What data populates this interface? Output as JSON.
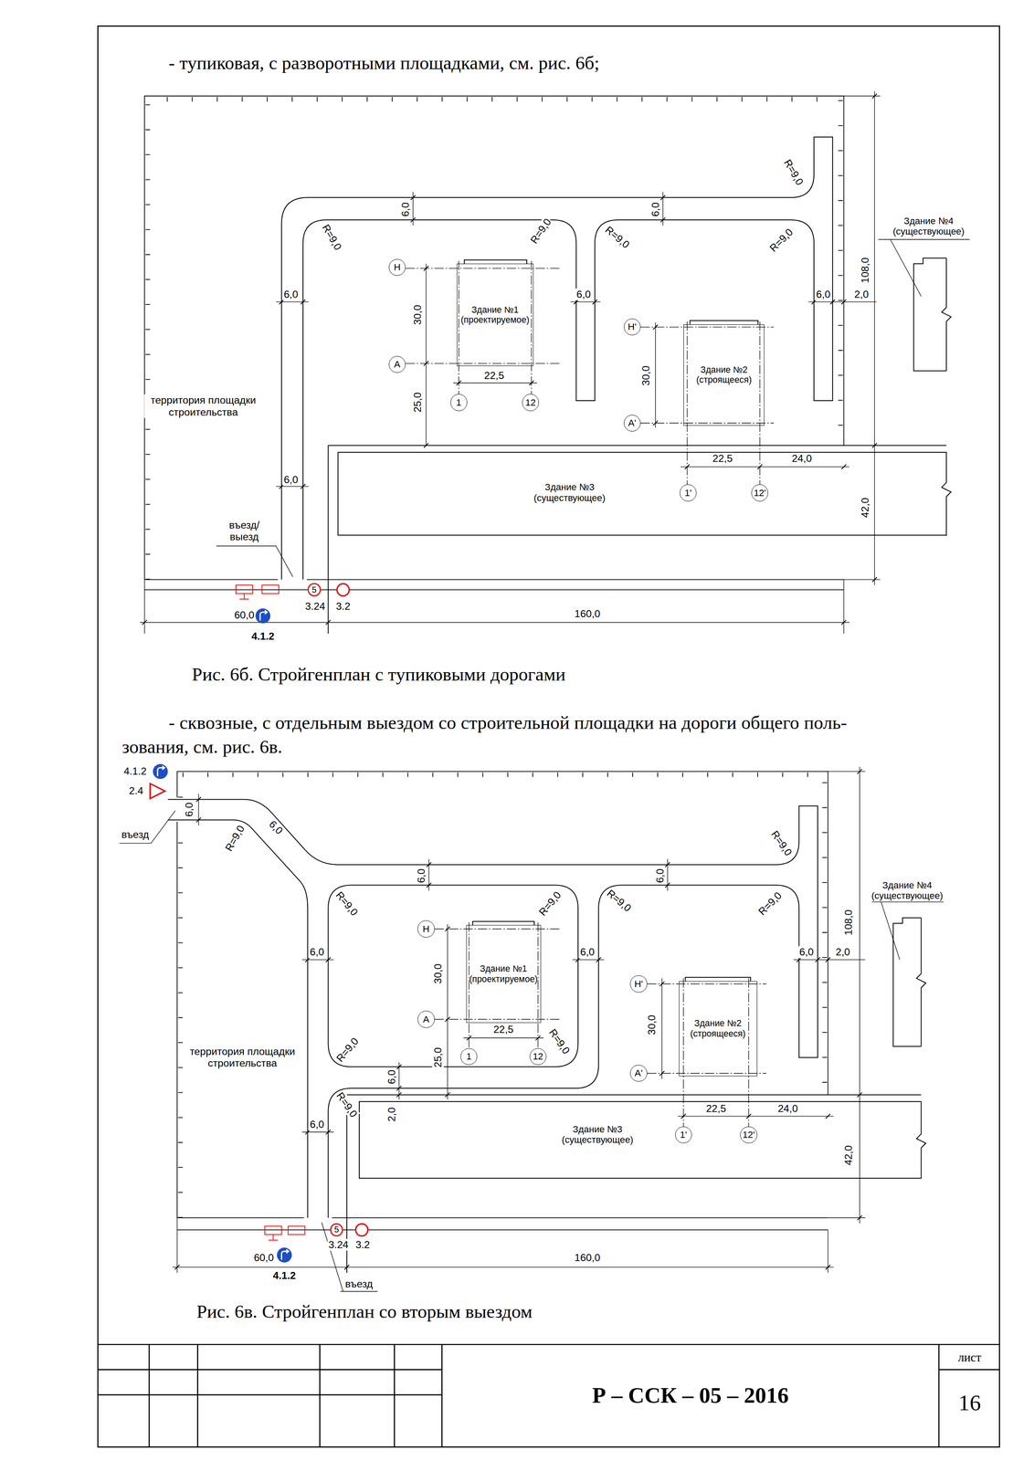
{
  "diagram": {
    "nodes": [
      {
        "text": [
          "Здание №1 (проектируемое)"
        ]
      },
      {
        "text": [
          "Здание №2 (строящееся)"
        ]
      },
      {
        "text": [
          "Здание №3 (существующее)"
        ]
      },
      {
        "text": [
          "Здание №4 (существующее)"
        ]
      },
      {
        "text": [
          "Н"
        ]
      },
      {
        "text": [
          "А"
        ]
      },
      {
        "text": [
          "1"
        ]
      },
      {
        "text": [
          "12"
        ]
      },
      {
        "text": [
          "Н'"
        ]
      },
      {
        "text": [
          "А'"
        ]
      },
      {
        "text": [
          "1'"
        ]
      },
      {
        "text": [
          "12'"
        ]
      },
      {
        "text": [
          "5"
        ]
      },
      {
        "text": [
          "Здание №1 (проектируемое)"
        ]
      },
      {
        "text": [
          "Здание №2 (строящееся)"
        ]
      },
      {
        "text": [
          "Здание №3 (существующее)"
        ]
      },
      {
        "text": [
          "Здание №4 (существующее)"
        ]
      },
      {
        "text": [
          "Н"
        ]
      },
      {
        "text": [
          "А"
        ]
      },
      {
        "text": [
          "1"
        ]
      },
      {
        "text": [
          "12"
        ]
      },
      {
        "text": [
          "Н'"
        ]
      },
      {
        "text": [
          "А'"
        ]
      },
      {
        "text": [
          "1'"
        ]
      },
      {
        "text": [
          "12'"
        ]
      },
      {
        "text": [
          "5"
        ]
      },
      {
        "text": [
          "Р – ССК – 05 – 2016"
        ]
      },
      {
        "text": [
          "лист",
          "16"
        ]
      }
    ],
    "labels": [
      "- тупиковая, с разворотными площадками, см. рис. 6б;",
      "территория площадки строительства",
      "въезд/ выезд",
      "6,0",
      "6,0",
      "6,0",
      "6,0",
      "6,0",
      "2,0",
      "6,0",
      "30,0",
      "25,0",
      "22,5",
      "30,0",
      "22,5",
      "24,0",
      "108,0",
      "42,0",
      "160,0",
      "60,0",
      "4.1.2",
      "3.24",
      "3.2",
      "R=9,0",
      "R=9,0",
      "R=9,0",
      "R=9,0",
      "R=9,0",
      "Рис. 6б. Стройгенплан с тупиковыми дорогами",
      "- сквозные, с отдельным выездом со строительной площадки на дороги общего поль-",
      "зования, см. рис. 6в.",
      "4.1.2",
      "2.4",
      "въезд",
      "территория площадки строительства",
      "въезд",
      "6,0",
      "6,0",
      "6,0",
      "6,0",
      "6,0",
      "6,0",
      "6,0",
      "2,0",
      "30,0",
      "22,5",
      "25,0",
      "6,0",
      "2,0",
      "30,0",
      "22,5",
      "24,0",
      "6,0",
      "108,0",
      "42,0",
      "160,0",
      "60,0",
      "4.1.2",
      "3.24",
      "3.2",
      "R=9,0",
      "R=9,0",
      "R=9,0",
      "R=9,0",
      "R=9,0",
      "R=9,0",
      "R=9,0",
      "R=9,0",
      "R=9,0",
      "Рис. 6в. Стройгенплан со вторым выездом"
    ]
  }
}
